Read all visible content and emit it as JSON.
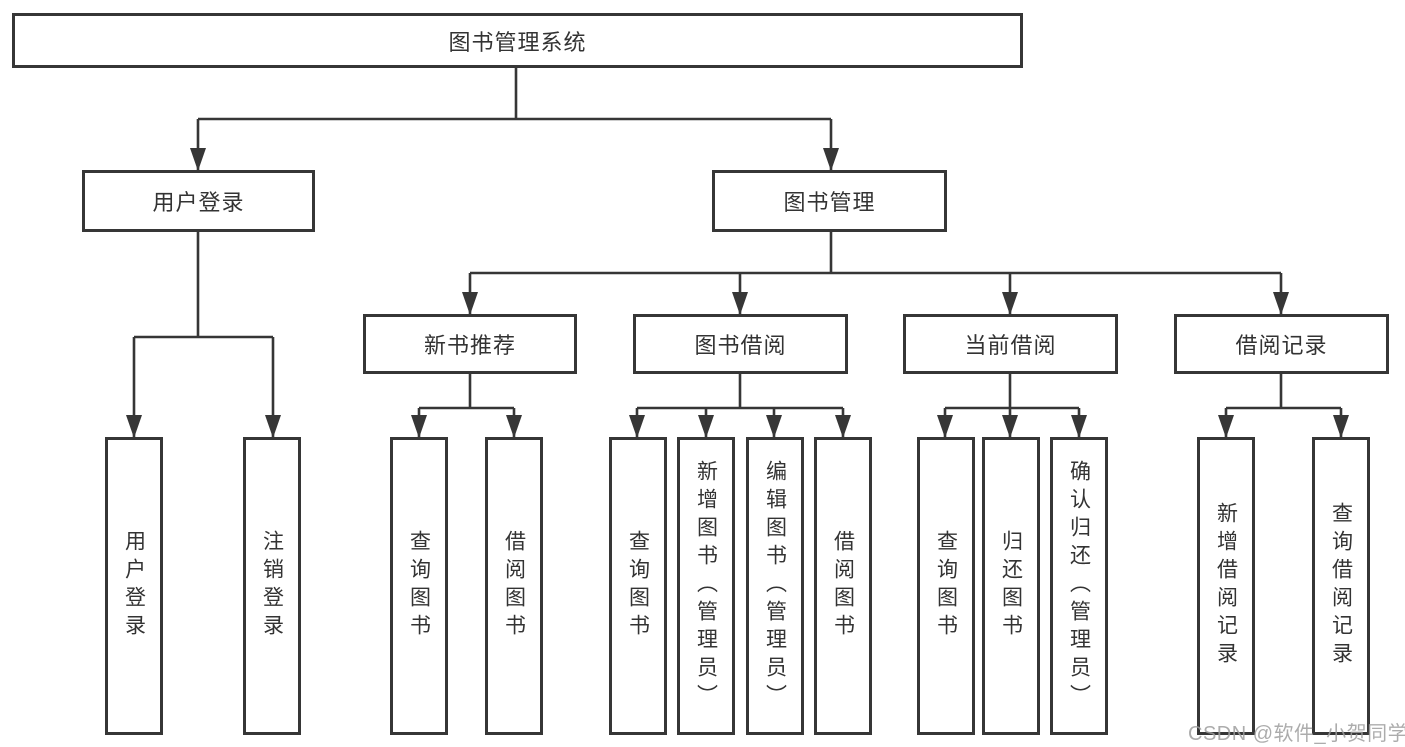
{
  "tree": {
    "label": "图书管理系统",
    "children": [
      {
        "label": "用户登录",
        "children": [
          {
            "label": "用户登录"
          },
          {
            "label": "注销登录"
          }
        ]
      },
      {
        "label": "图书管理",
        "children": [
          {
            "label": "新书推荐",
            "children": [
              {
                "label": "查询图书"
              },
              {
                "label": "借阅图书"
              }
            ]
          },
          {
            "label": "图书借阅",
            "children": [
              {
                "label": "查询图书"
              },
              {
                "label": "新增图书（管理员）"
              },
              {
                "label": "编辑图书（管理员）"
              },
              {
                "label": "借阅图书"
              }
            ]
          },
          {
            "label": "当前借阅",
            "children": [
              {
                "label": "查询图书"
              },
              {
                "label": "归还图书"
              },
              {
                "label": "确认归还（管理员）"
              }
            ]
          },
          {
            "label": "借阅记录",
            "children": [
              {
                "label": "新增借阅记录"
              },
              {
                "label": "查询借阅记录"
              }
            ]
          }
        ]
      }
    ]
  },
  "watermark": {
    "text": "CSDN @软件_小贺同学"
  },
  "colors": {
    "line": "#363636",
    "box_border": "#363636",
    "text": "#333333",
    "background": "#ffffff",
    "watermark": "#9e9e9e"
  }
}
